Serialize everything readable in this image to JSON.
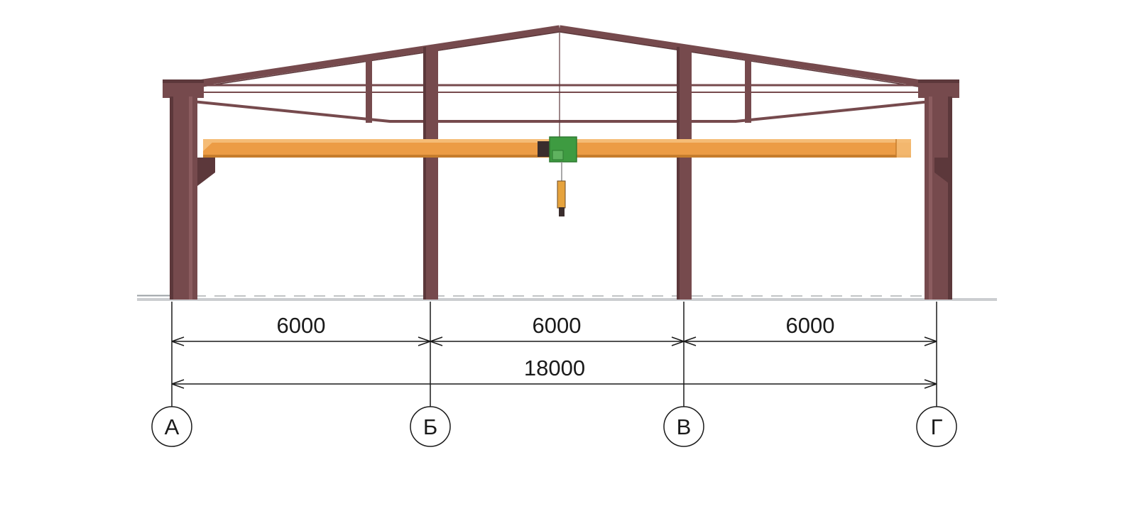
{
  "drawing": {
    "type": "structural cross-section elevation with overhead crane",
    "axes": [
      {
        "label": "А"
      },
      {
        "label": "Б"
      },
      {
        "label": "В"
      },
      {
        "label": "Г"
      }
    ],
    "dimensions": {
      "spans": [
        {
          "label": "6000"
        },
        {
          "label": "6000"
        },
        {
          "label": "6000"
        }
      ],
      "total": {
        "label": "18000"
      }
    }
  },
  "colors": {
    "frame": "#764A4D",
    "frame-dark": "#5C383B",
    "frame-light": "#8B5C5F",
    "beam": "#EC9C45",
    "beam-dark": "#C67D2D",
    "beam-light": "#F5BC76",
    "green": "#3E9B41",
    "green-dark": "#2E7A31",
    "green-light": "#5FB25F",
    "hook": "#E6A33D",
    "hook-dark": "#6B4A23",
    "trolley-block": "#3A2D2D",
    "cable": "#8C8C8C",
    "ground": "#CBCDD0",
    "ground-dash": "#C2C4C6",
    "ground-edge": "#9AA0A4",
    "dim": "#1A1A1A"
  }
}
